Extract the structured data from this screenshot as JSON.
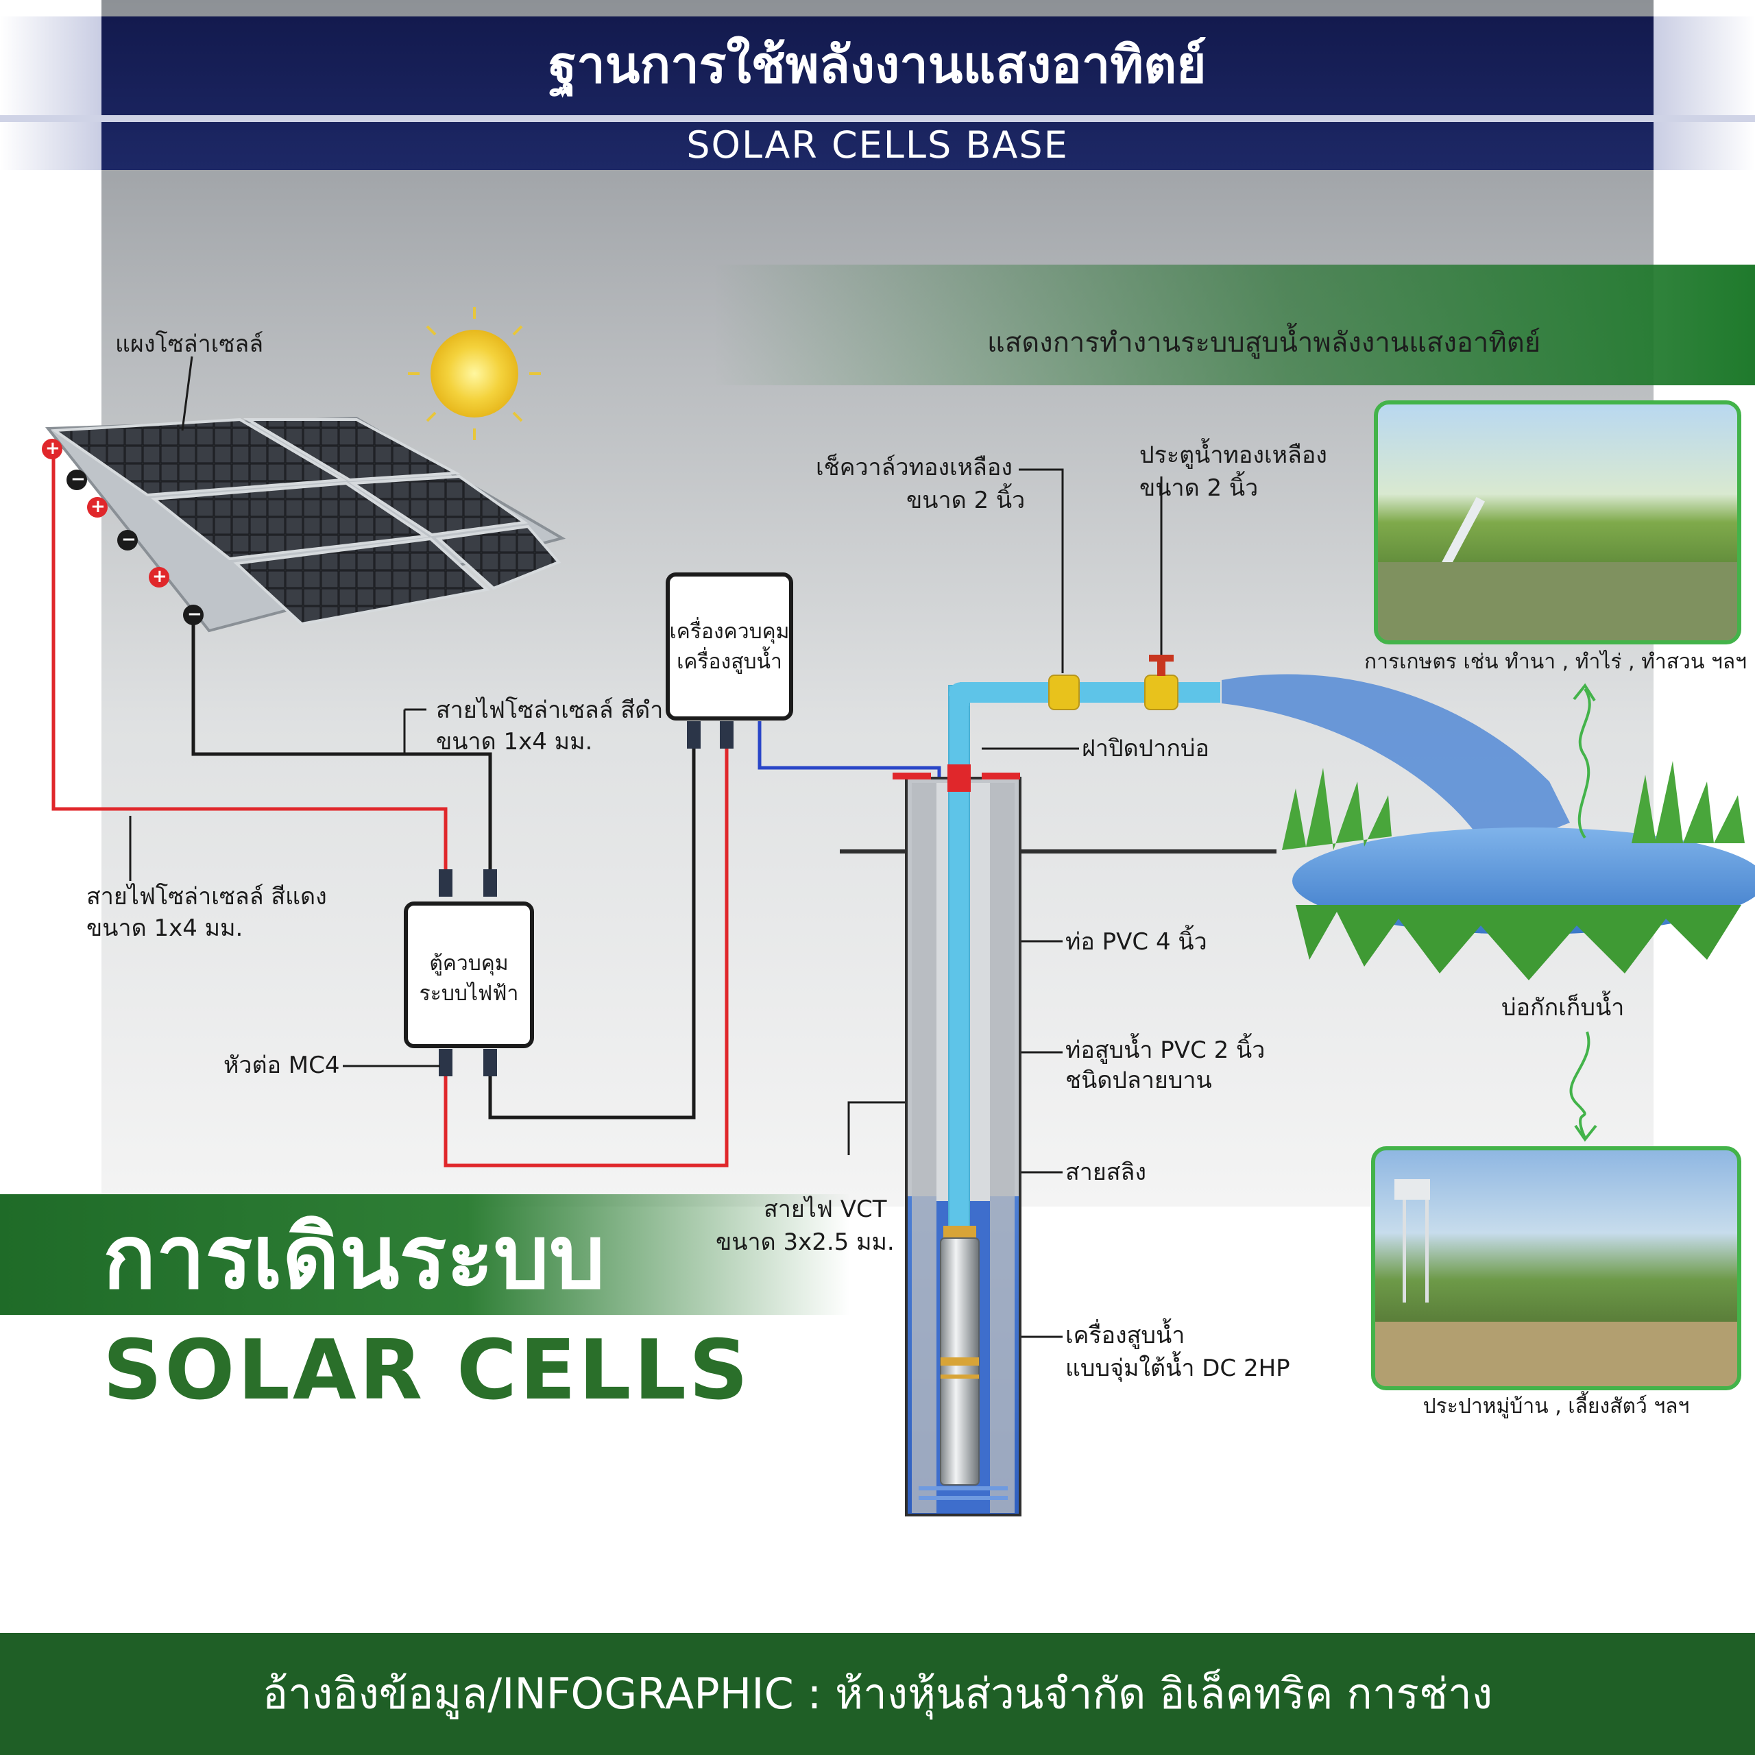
{
  "header": {
    "title_th": "ฐานการใช้พลังงานแสงอาทิตย์",
    "title_en": "SOLAR CELLS BASE"
  },
  "band_caption": "แสดงการทำงานระบบสูบน้ำพลังงานแสงอาทิตย์",
  "labels": {
    "solar_panel": "แผงโซล่าเซลล์",
    "black_cable_1": "สายไฟโซล่าเซลล์ สีดำ",
    "black_cable_2": "ขนาด 1x4 มม.",
    "red_cable_1": "สายไฟโซล่าเซลล์ สีแดง",
    "red_cable_2": "ขนาด 1x4 มม.",
    "control_box_1": "ตู้ควบคุม",
    "control_box_2": "ระบบไฟฟ้า",
    "pump_controller_1": "เครื่องควบคุม",
    "pump_controller_2": "เครื่องสูบน้ำ",
    "mc4": "หัวต่อ MC4",
    "check_valve_1": "เช็ควาล์วทองเหลือง",
    "check_valve_2": "ขนาด 2 นิ้ว",
    "gate_valve_1": "ประตูน้ำทองเหลือง",
    "gate_valve_2": "ขนาด 2 นิ้ว",
    "well_cap": "ฝาปิดปากบ่อ",
    "pvc4": "ท่อ PVC 4 นิ้ว",
    "pvc2_1": "ท่อสูบน้ำ PVC 2 นิ้ว",
    "pvc2_2": "ชนิดปลายบาน",
    "sling": "สายสลิง",
    "vct_1": "สายไฟ VCT",
    "vct_2": "ขนาด 3x2.5 มม.",
    "pump_1": "เครื่องสูบน้ำ",
    "pump_2": "แบบจุ่มใต้น้ำ DC 2HP",
    "pond": "บ่อกักเก็บน้ำ",
    "agri_caption": "การเกษตร เช่น ทำนา , ทำไร่ , ทำสวน ฯลฯ",
    "village_caption": "ประปาหมู่บ้าน , เลี้ยงสัตว์ ฯลฯ"
  },
  "design_block": {
    "title_th": "การเดินระบบ",
    "title_en": "SOLAR  CELLS"
  },
  "terminals": {
    "plus": "+",
    "minus": "−"
  },
  "footer": "อ้างอิงข้อมูล/INFOGRAPHIC : ห้างหุ้นส่วนจำกัด อิเล็คทริค การช่าง",
  "colors": {
    "title_navy": "#131a4e",
    "green_dark": "#1f5f26",
    "accent_green": "#43b34a",
    "cable_red": "#e0272b",
    "cable_black": "#1b1b1b",
    "cable_blue": "#2a46c8",
    "pipe_blue": "#5ec4e8",
    "water_blue": "#3b78c9",
    "valve_yellow": "#e8c21c"
  }
}
